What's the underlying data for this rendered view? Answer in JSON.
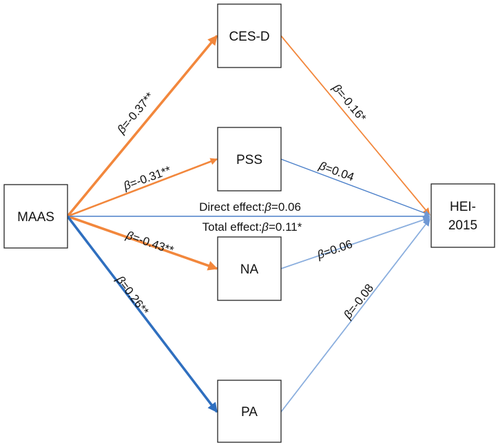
{
  "colors": {
    "negative_significant": "#f2873c",
    "negative_path": "#f2873c",
    "positive_significant": "#2f6fbf",
    "positive_path": "#4a7fc9",
    "nonsignificant_path": "#8aaede",
    "box_stroke": "#222222"
  },
  "nodes": {
    "maas": "MAAS",
    "cesd": "CES-D",
    "pss": "PSS",
    "na": "NA",
    "pa": "PA",
    "hei_line1": "HEI-",
    "hei_line2": "2015"
  },
  "paths": {
    "maas_cesd": {
      "beta_symbol": "β",
      "value": "=-0.37**"
    },
    "maas_pss": {
      "beta_symbol": "β",
      "value": "=-0.31**"
    },
    "maas_na": {
      "beta_symbol": "β",
      "value": "=-0.43**"
    },
    "maas_pa": {
      "beta_symbol": "β",
      "value": "=0.26**"
    },
    "cesd_hei": {
      "beta_symbol": "β",
      "value": "=-0.16*"
    },
    "pss_hei": {
      "beta_symbol": "β",
      "value": "=0.04"
    },
    "na_hei": {
      "beta_symbol": "β",
      "value": "=0.06"
    },
    "pa_hei": {
      "beta_symbol": "β",
      "value": "=-0.08"
    }
  },
  "direct_effect": {
    "prefix": "Direct effect:",
    "beta_symbol": "β",
    "value": "=0.06"
  },
  "total_effect": {
    "prefix": "Total effect:",
    "beta_symbol": "β",
    "value": "=0.11*"
  }
}
